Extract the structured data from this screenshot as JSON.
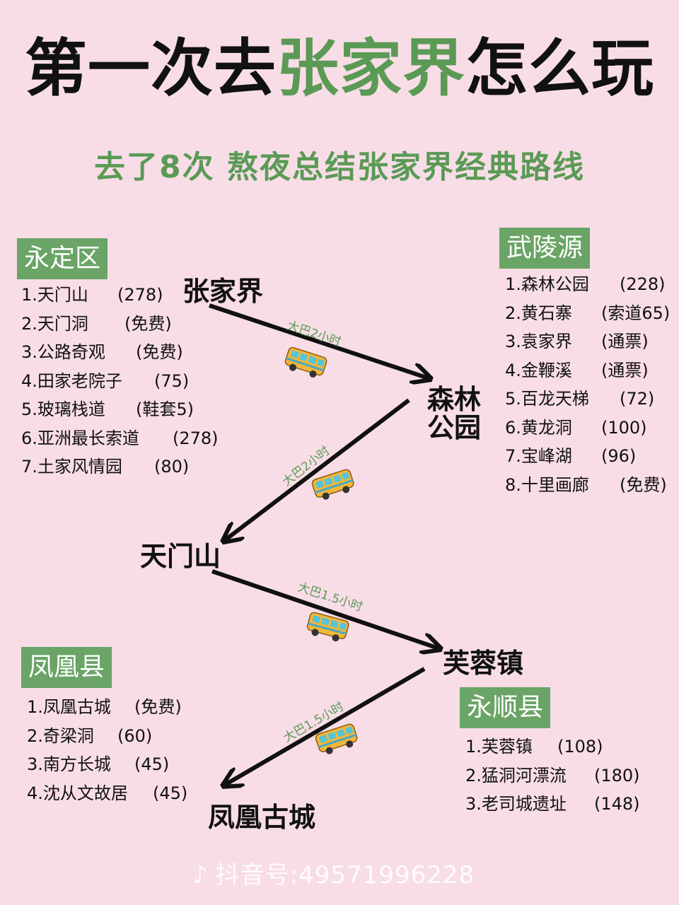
{
  "title": {
    "part1": "第一次去",
    "highlight": "张家界",
    "part2": "怎么玩"
  },
  "subtitle": "去了8次 熬夜总结张家界经典路线",
  "regions": {
    "yongding": {
      "name": "永定区",
      "items": [
        {
          "name": "1.天门山",
          "price": "(278)"
        },
        {
          "name": "2.天门洞",
          "price": "(免费)"
        },
        {
          "name": "3.公路奇观",
          "price": "(免费)"
        },
        {
          "name": "4.田家老院子",
          "price": "(75)"
        },
        {
          "name": "5.玻璃栈道",
          "price": "(鞋套5)"
        },
        {
          "name": "6.亚洲最长索道",
          "price": "(278)"
        },
        {
          "name": "7.土家风情园",
          "price": "(80)"
        }
      ]
    },
    "wulingyuan": {
      "name": "武陵源",
      "items": [
        {
          "name": "1.森林公园",
          "price": "(228)"
        },
        {
          "name": "2.黄石寨",
          "price": "(索道65)"
        },
        {
          "name": "3.袁家界",
          "price": "(通票)"
        },
        {
          "name": "4.金鞭溪",
          "price": "(通票)"
        },
        {
          "name": "5.百龙天梯",
          "price": "(72)"
        },
        {
          "name": "6.黄龙洞",
          "price": "(100)"
        },
        {
          "name": "7.宝峰湖",
          "price": "(96)"
        },
        {
          "name": "8.十里画廊",
          "price": "(免费)"
        }
      ]
    },
    "fenghuang": {
      "name": "凤凰县",
      "items": [
        {
          "name": "1.凤凰古城",
          "price": "(免费)"
        },
        {
          "name": "2.奇梁洞",
          "price": "(60)"
        },
        {
          "name": "3.南方长城",
          "price": "(45)"
        },
        {
          "name": "4.沈从文故居",
          "price": "(45)"
        }
      ]
    },
    "yongshun": {
      "name": "永顺县",
      "items": [
        {
          "name": "1.芙蓉镇",
          "price": "(108)"
        },
        {
          "name": "2.猛洞河漂流",
          "price": "(180)"
        },
        {
          "name": "3.老司城遗址",
          "price": "(148)"
        }
      ]
    }
  },
  "route": {
    "nodes": {
      "zhangjiajie": "张家界",
      "senlin": "森林公园",
      "tianmenshan": "天门山",
      "furongzhen": "芙蓉镇",
      "fenghuanggucheng": "凤凰古城"
    },
    "legs": [
      {
        "from": "张家界",
        "to": "森林公园",
        "label": "大巴2小时"
      },
      {
        "from": "森林公园",
        "to": "天门山",
        "label": "大巴2小时"
      },
      {
        "from": "天门山",
        "to": "芙蓉镇",
        "label": "大巴1.5小时"
      },
      {
        "from": "芙蓉镇",
        "to": "凤凰古城",
        "label": "大巴1.5小时"
      }
    ]
  },
  "watermark": {
    "label": "抖音号:",
    "id": "49571996228",
    "icon": "tiktok-icon"
  },
  "colors": {
    "background": "#f8dde7",
    "accent": "#5a9a55",
    "region_bg": "#6aa466",
    "bus": "#f2b63a"
  }
}
